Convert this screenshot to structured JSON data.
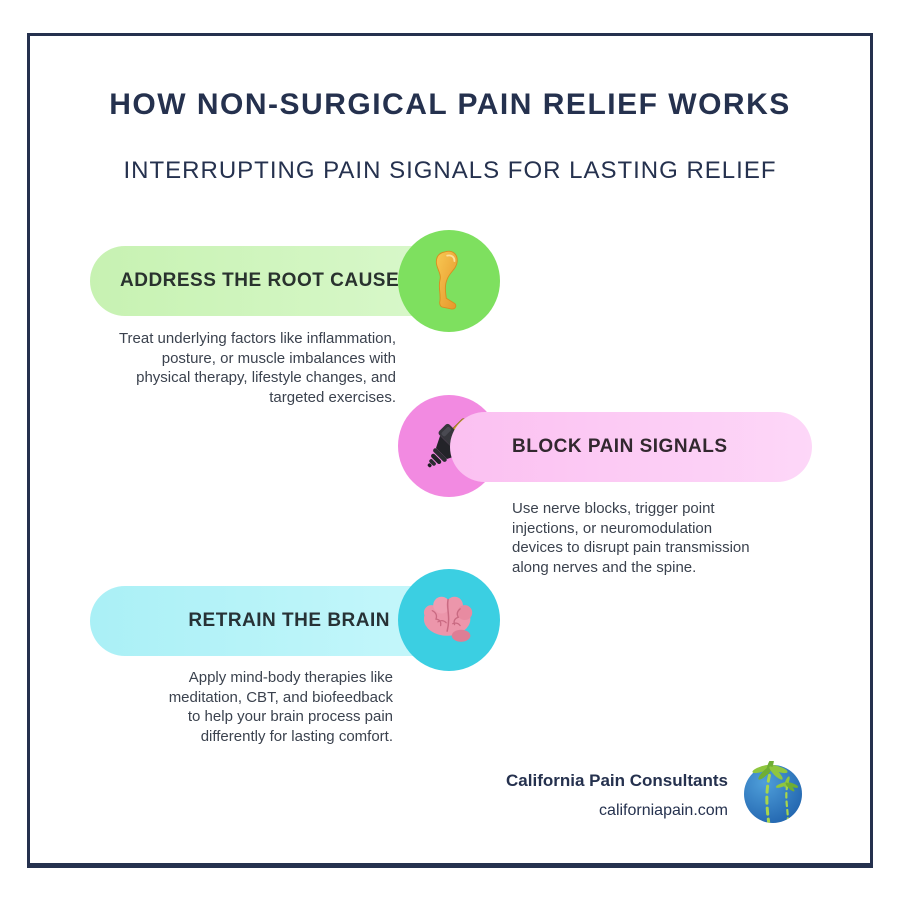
{
  "header": {
    "title": "HOW NON-SURGICAL PAIN RELIEF WORKS",
    "subtitle": "INTERRUPTING PAIN SIGNALS FOR LASTING RELIEF"
  },
  "steps": [
    {
      "label": "ADDRESS THE ROOT CAUSE",
      "description": "Treat underlying factors like inflammation,\nposture, or muscle imbalances with\nphysical therapy, lifestyle changes, and\ntargeted exercises.",
      "icon": "bent-leg-icon",
      "pill_color": "#cdf4bb",
      "circle_color": "#7ee05f",
      "icon_side": "right",
      "text_align": "right"
    },
    {
      "label": "BLOCK PAIN SIGNALS",
      "description": "Use nerve blocks, trigger point\ninjections, or neuromodulation\ndevices to disrupt pain transmission\nalong nerves and the spine.",
      "icon": "electric-plug-icon",
      "pill_color": "#fbc9f4",
      "circle_color": "#f28ae1",
      "icon_side": "left",
      "text_align": "left"
    },
    {
      "label": "RETRAIN THE BRAIN",
      "description": "Apply mind-body therapies like\nmeditation, CBT, and biofeedback\nto help your brain process pain\ndifferently for lasting comfort.",
      "icon": "brain-icon",
      "pill_color": "#b2f1f6",
      "circle_color": "#3bcfe2",
      "icon_side": "right",
      "text_align": "right"
    }
  ],
  "footer": {
    "brand": "California Pain Consultants",
    "website": "californiapain.com",
    "logo": "palm-tree-globe-logo"
  },
  "colors": {
    "navy_text": "#25314e",
    "body_text": "#3b424e",
    "frame_border": "#25314e",
    "logo_blue": "#2a6fbd",
    "logo_green": "#9ccf3a"
  }
}
